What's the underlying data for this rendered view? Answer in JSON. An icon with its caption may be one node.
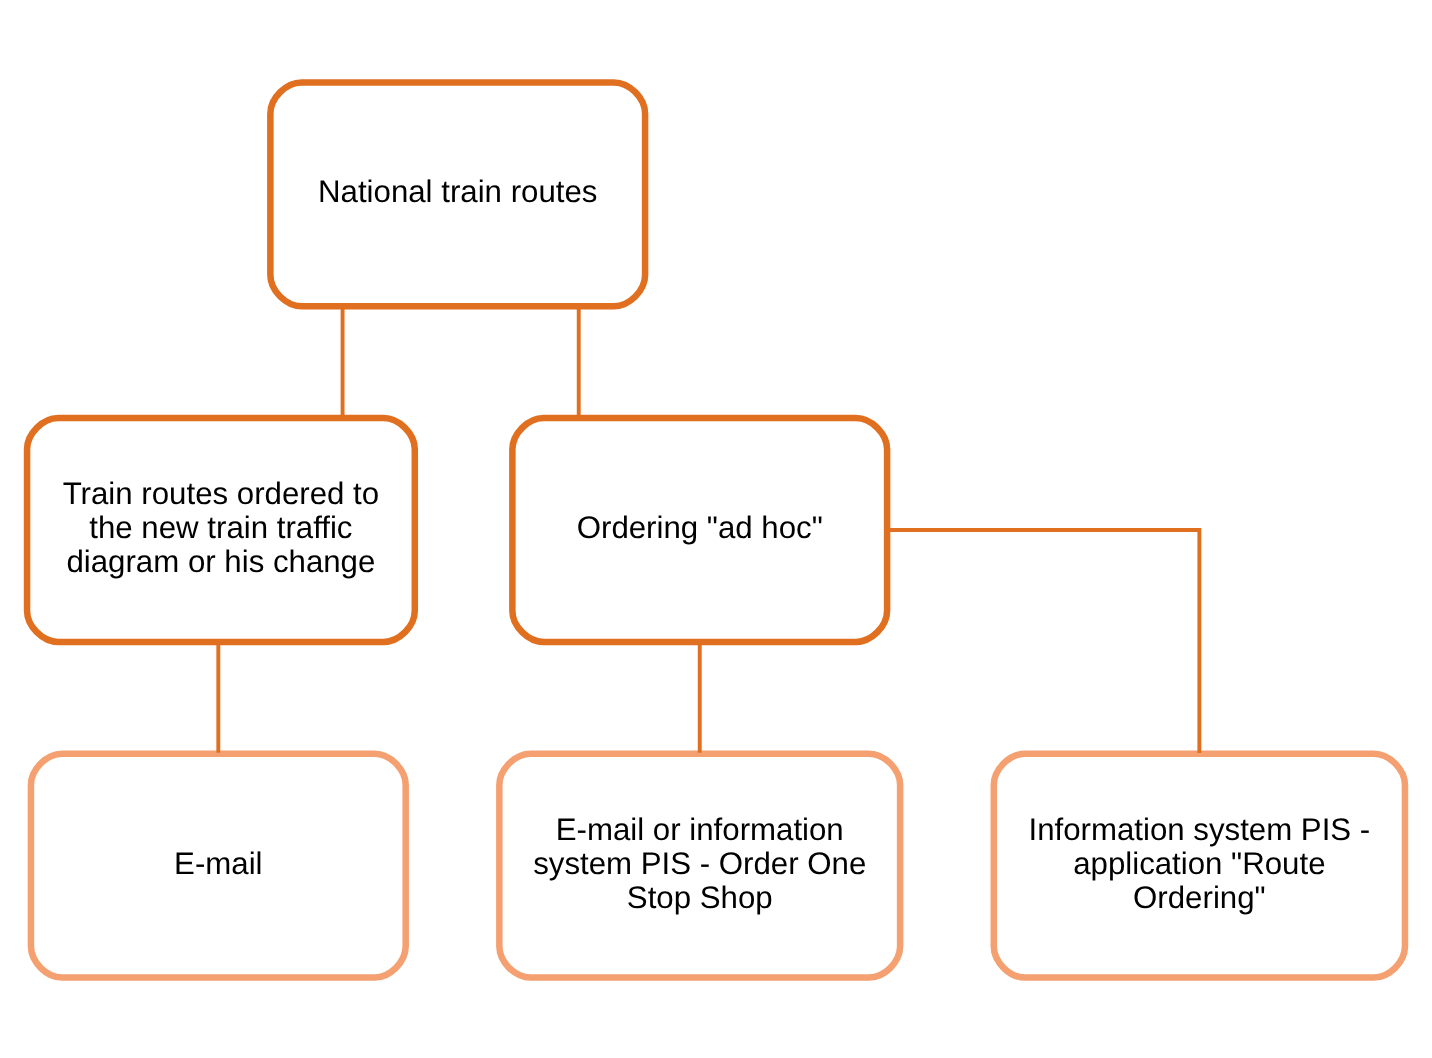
{
  "diagram": {
    "nodes": [
      {
        "text": [
          "National train routes"
        ]
      },
      {
        "text": [
          "Train routes ordered to the new train traffic diagram or his change"
        ]
      },
      {
        "text": [
          "Ordering \"ad hoc\""
        ]
      },
      {
        "text": [
          "E-mail"
        ]
      },
      {
        "text": [
          "E-mail or information system PIS - Order One Stop Shop"
        ]
      },
      {
        "text": [
          "Information system PIS - application \"Route Ordering\""
        ]
      }
    ],
    "edges": [
      {
        "from": 0,
        "to": 1,
        "arrow": "none"
      },
      {
        "from": 0,
        "to": 2,
        "arrow": "none"
      },
      {
        "from": 1,
        "to": 3,
        "arrow": "none"
      },
      {
        "from": 2,
        "to": 4,
        "arrow": "none"
      },
      {
        "from": 2,
        "to": 5,
        "arrow": "none"
      }
    ]
  }
}
